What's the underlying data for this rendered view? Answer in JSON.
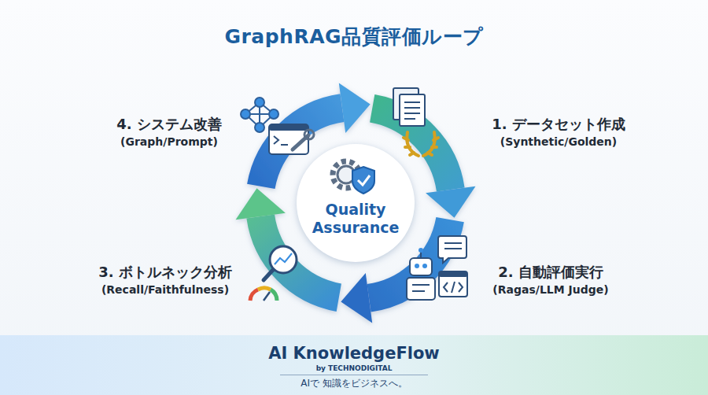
{
  "diagram": {
    "title": "GraphRAG品質評価ループ",
    "nodes": [
      {
        "text": [
          "4. システム改善",
          "(Graph/Prompt)"
        ]
      },
      {
        "text": [
          "1. データセット作成",
          "(Synthetic/Golden)"
        ]
      },
      {
        "text": [
          "Quality Assurance"
        ]
      },
      {
        "text": [
          "3. ボトルネック分析",
          "(Recall/Faithfulness)"
        ]
      },
      {
        "text": [
          "2. 自動評価実行",
          "(Ragas/LLM Judge)"
        ]
      },
      {
        "text": [
          "AI KnowledgeFlow",
          "by TECHNODIGITAL",
          "AIで 知識をビジネスへ。"
        ]
      }
    ]
  }
}
